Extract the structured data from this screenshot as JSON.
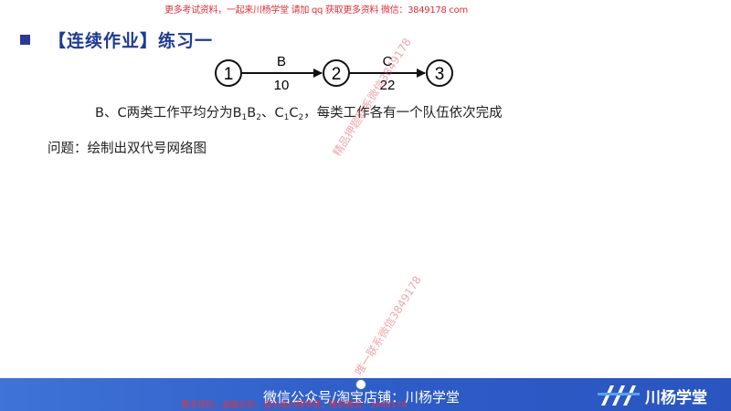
{
  "watermark_top": "更多考试资料，一起来川杨学堂 请加 qq 获取更多资料 微信：3849178 com",
  "title": "【连续作业】练习一",
  "network": {
    "nodes": [
      "1",
      "2",
      "3"
    ],
    "arrows": [
      {
        "name": "B",
        "duration": "10"
      },
      {
        "name": "C",
        "duration": "22"
      }
    ]
  },
  "description": {
    "part1": "B、C两类工作平均分为B",
    "sub1": "1",
    "part2": "B",
    "sub2": "2",
    "part3": "、C",
    "sub3": "1",
    "part4": "C",
    "sub4": "2",
    "part5": "，每类工作各有一个队伍依次完成"
  },
  "question": "问题：绘制出双代号网络图",
  "diagonal_watermarks": [
    "精品押题联系微信3849178",
    "唯一联系微信3849178"
  ],
  "footer": {
    "text": "微信公众号/淘宝店铺：川杨学堂",
    "red_text": "更多资料，盗版必究，请认准川杨学堂，联系微信：3849178",
    "brand": "川杨学堂"
  },
  "colors": {
    "title": "#1f3a93",
    "footer_bg": "#2d5bc8",
    "watermark": "#e0303a"
  }
}
